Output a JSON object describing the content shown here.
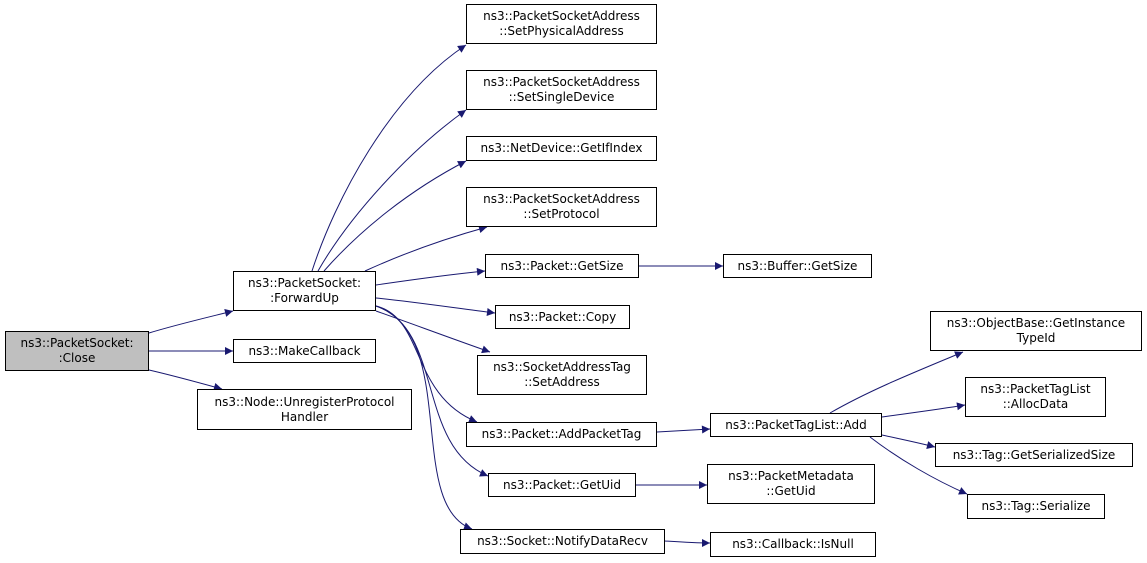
{
  "colors": {
    "edge": "#191970",
    "root_fill": "#bfbfbf",
    "node_fill": "#ffffff",
    "border": "#000000"
  },
  "nodes": {
    "close": {
      "lines": [
        "ns3::PacketSocket:",
        ":Close"
      ]
    },
    "forwardup": {
      "lines": [
        "ns3::PacketSocket:",
        ":ForwardUp"
      ]
    },
    "makecallback": {
      "lines": [
        "ns3::MakeCallback"
      ]
    },
    "unregister": {
      "lines": [
        "ns3::Node::UnregisterProtocol",
        "Handler"
      ]
    },
    "setphysical": {
      "lines": [
        "ns3::PacketSocketAddress",
        "::SetPhysicalAddress"
      ]
    },
    "setsingle": {
      "lines": [
        "ns3::PacketSocketAddress",
        "::SetSingleDevice"
      ]
    },
    "getifindex": {
      "lines": [
        "ns3::NetDevice::GetIfIndex"
      ]
    },
    "setprotocol": {
      "lines": [
        "ns3::PacketSocketAddress",
        "::SetProtocol"
      ]
    },
    "pktgetsize": {
      "lines": [
        "ns3::Packet::GetSize"
      ]
    },
    "bufgetsize": {
      "lines": [
        "ns3::Buffer::GetSize"
      ]
    },
    "pktcopy": {
      "lines": [
        "ns3::Packet::Copy"
      ]
    },
    "sockaddrtag": {
      "lines": [
        "ns3::SocketAddressTag",
        "::SetAddress"
      ]
    },
    "addpackettag": {
      "lines": [
        "ns3::Packet::AddPacketTag"
      ]
    },
    "ptladd": {
      "lines": [
        "ns3::PacketTagList::Add"
      ]
    },
    "getinstancetypeid": {
      "lines": [
        "ns3::ObjectBase::GetInstance",
        "TypeId"
      ]
    },
    "allocdata": {
      "lines": [
        "ns3::PacketTagList",
        "::AllocData"
      ]
    },
    "getserializedsize": {
      "lines": [
        "ns3::Tag::GetSerializedSize"
      ]
    },
    "tagserialize": {
      "lines": [
        "ns3::Tag::Serialize"
      ]
    },
    "getuid": {
      "lines": [
        "ns3::Packet::GetUid"
      ]
    },
    "metagetuid": {
      "lines": [
        "ns3::PacketMetadata",
        "::GetUid"
      ]
    },
    "notifydatarecv": {
      "lines": [
        "ns3::Socket::NotifyDataRecv"
      ]
    },
    "cbisnull": {
      "lines": [
        "ns3::Callback::IsNull"
      ]
    }
  },
  "edges": [
    [
      "close",
      "forwardup"
    ],
    [
      "close",
      "makecallback"
    ],
    [
      "close",
      "unregister"
    ],
    [
      "forwardup",
      "setphysical"
    ],
    [
      "forwardup",
      "setsingle"
    ],
    [
      "forwardup",
      "getifindex"
    ],
    [
      "forwardup",
      "setprotocol"
    ],
    [
      "forwardup",
      "pktgetsize"
    ],
    [
      "forwardup",
      "pktcopy"
    ],
    [
      "forwardup",
      "sockaddrtag"
    ],
    [
      "forwardup",
      "addpackettag"
    ],
    [
      "forwardup",
      "getuid"
    ],
    [
      "forwardup",
      "notifydatarecv"
    ],
    [
      "pktgetsize",
      "bufgetsize"
    ],
    [
      "addpackettag",
      "ptladd"
    ],
    [
      "ptladd",
      "getinstancetypeid"
    ],
    [
      "ptladd",
      "allocdata"
    ],
    [
      "ptladd",
      "getserializedsize"
    ],
    [
      "ptladd",
      "tagserialize"
    ],
    [
      "getuid",
      "metagetuid"
    ],
    [
      "notifydatarecv",
      "cbisnull"
    ]
  ]
}
